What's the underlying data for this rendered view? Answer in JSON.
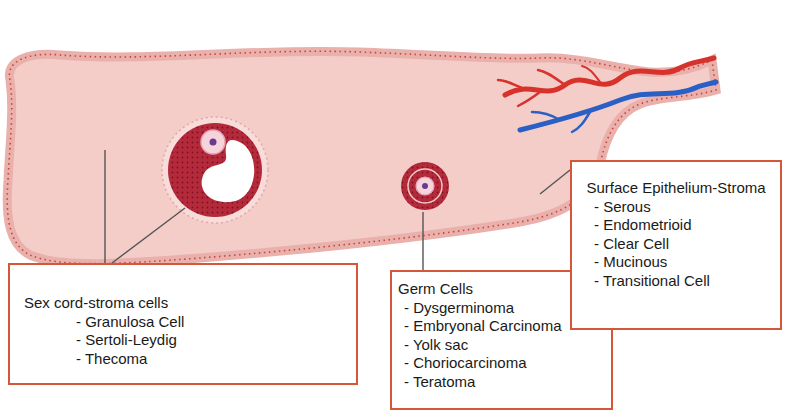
{
  "diagram": {
    "nodes": [
      {
        "text": [
          "Sex cord-stroma cells",
          "- Granulosa Cell",
          "- Sertoli-Leydig",
          "- Thecoma"
        ]
      },
      {
        "text": [
          "Germ Cells",
          "- Dysgerminoma",
          "- Embryonal Carcinoma",
          "- Yolk sac",
          "- Choriocarcinoma",
          "- Teratoma"
        ]
      },
      {
        "text": [
          "Surface Epithelium-Stroma",
          "- Serous",
          "- Endometrioid",
          "- Clear Cell",
          "- Mucinous",
          "- Transitional Cell"
        ]
      }
    ]
  }
}
